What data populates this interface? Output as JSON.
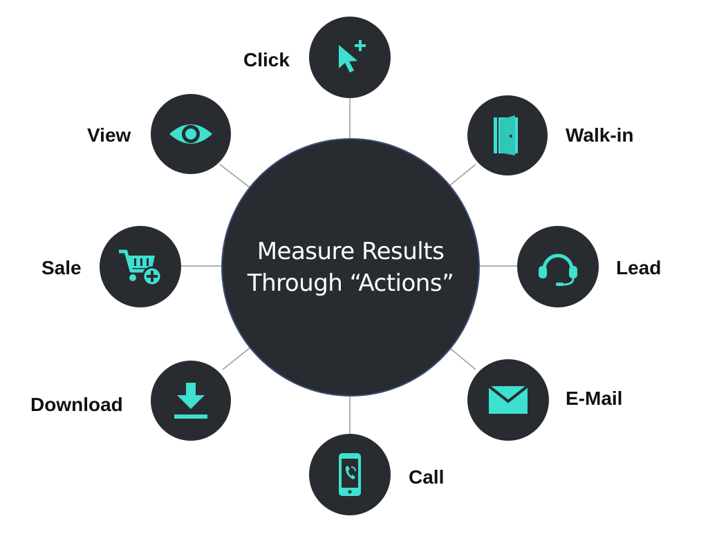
{
  "center": {
    "line1": "Measure Results",
    "line2": "Through “Actions”"
  },
  "colors": {
    "node_fill": "#282c30",
    "accent": "#3ee0d0",
    "connector": "#9a9a9a",
    "hub_border": "#3b4f7a",
    "label_text": "#111111"
  },
  "actions": [
    {
      "key": "click",
      "label": "Click",
      "icon": "cursor-plus-icon"
    },
    {
      "key": "walk-in",
      "label": "Walk-in",
      "icon": "door-icon"
    },
    {
      "key": "lead",
      "label": "Lead",
      "icon": "headset-icon"
    },
    {
      "key": "email",
      "label": "E-Mail",
      "icon": "envelope-icon"
    },
    {
      "key": "call",
      "label": "Call",
      "icon": "phone-icon"
    },
    {
      "key": "download",
      "label": "Download",
      "icon": "download-icon"
    },
    {
      "key": "sale",
      "label": "Sale",
      "icon": "cart-plus-icon"
    },
    {
      "key": "view",
      "label": "View",
      "icon": "eye-icon"
    }
  ]
}
